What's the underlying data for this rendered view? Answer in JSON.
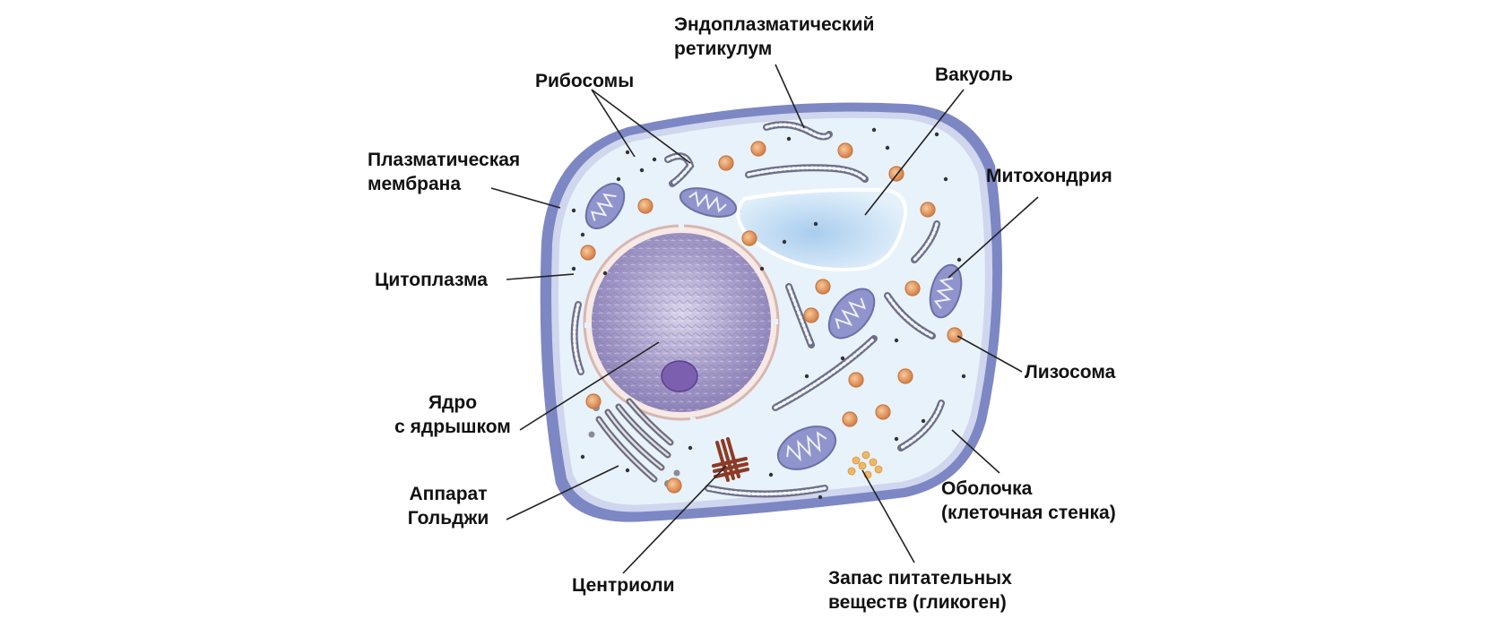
{
  "labels": {
    "er": [
      "Эндоплазматический",
      "ретикулум"
    ],
    "ribosomes": "Рибосомы",
    "vacuole": "Вакуоль",
    "plasma_membrane": [
      "Плазматическая",
      "мембрана"
    ],
    "mitochondrion": "Митохондрия",
    "cytoplasm": "Цитоплазма",
    "lysosome": "Лизосома",
    "nucleus": [
      "Ядро",
      "с ядрышком"
    ],
    "golgi": [
      "Аппарат",
      "Гольджи"
    ],
    "cell_wall": [
      "Оболочка",
      "(клеточная стенка)"
    ],
    "centrioles": "Центриоли",
    "glycogen": [
      "Запас питательных",
      "веществ (гликоген)"
    ]
  },
  "colors": {
    "cell_wall": "#7c87c4",
    "cytoplasm": "#e8f2fb",
    "nucleus": "#a79cca",
    "nucleolus": "#7c5fae",
    "vacuole": "#bcdcf4",
    "lysosome": "#e0955a",
    "centriole": "#8e3a26",
    "leader": "#222222"
  }
}
